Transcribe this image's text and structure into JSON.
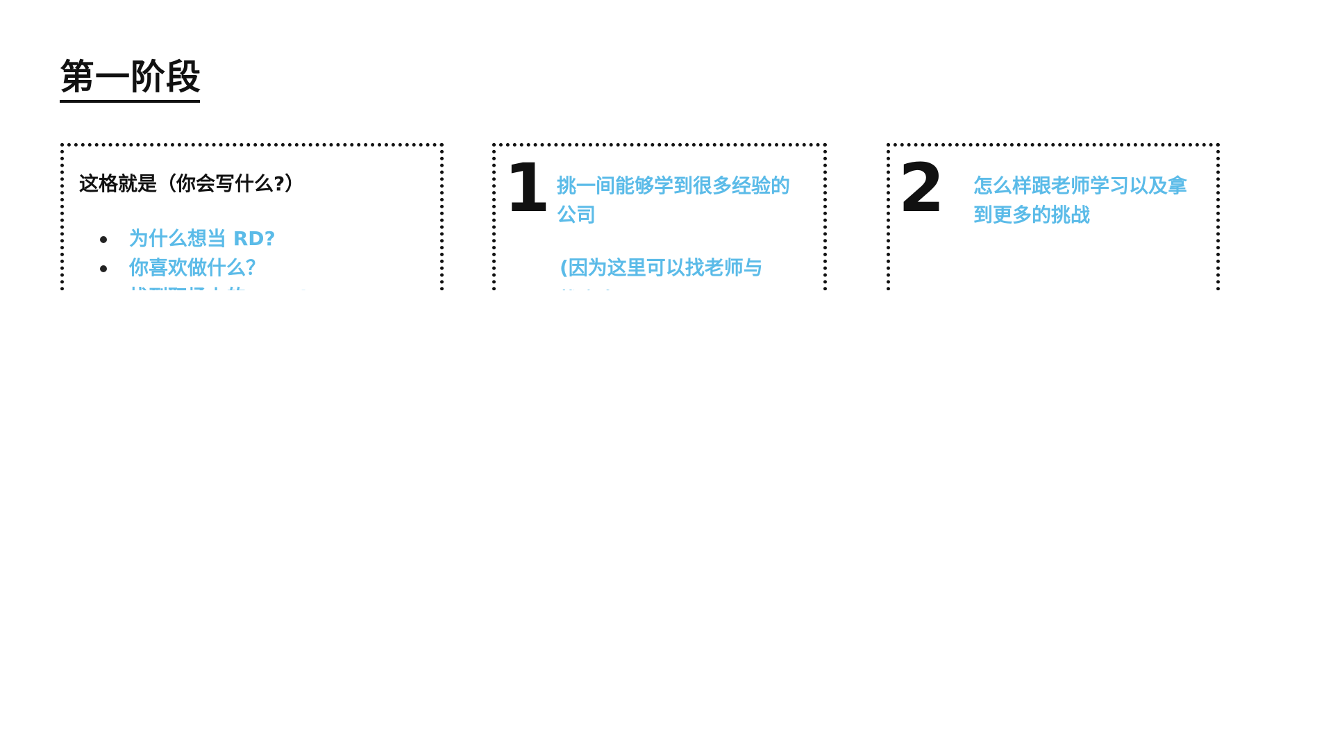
{
  "slide": {
    "title": "第一阶段"
  },
  "intro": {
    "heading": "这格就是（你会写什么?）",
    "items": [
      "为什么想当 RD?",
      "你喜欢做什么？",
      "找到职场上的 mentor"
    ]
  },
  "steps": [
    {
      "number": "1",
      "text": "挑一间能够学到很多经验的公司",
      "note": "(因为这里可以找老师与找方向)"
    },
    {
      "number": "2",
      "text": "怎么样跟老师学习以及拿到更多的挑战"
    }
  ],
  "colors": {
    "accent": "#5bbbe8",
    "text": "#111111",
    "background": "#ffffff"
  }
}
